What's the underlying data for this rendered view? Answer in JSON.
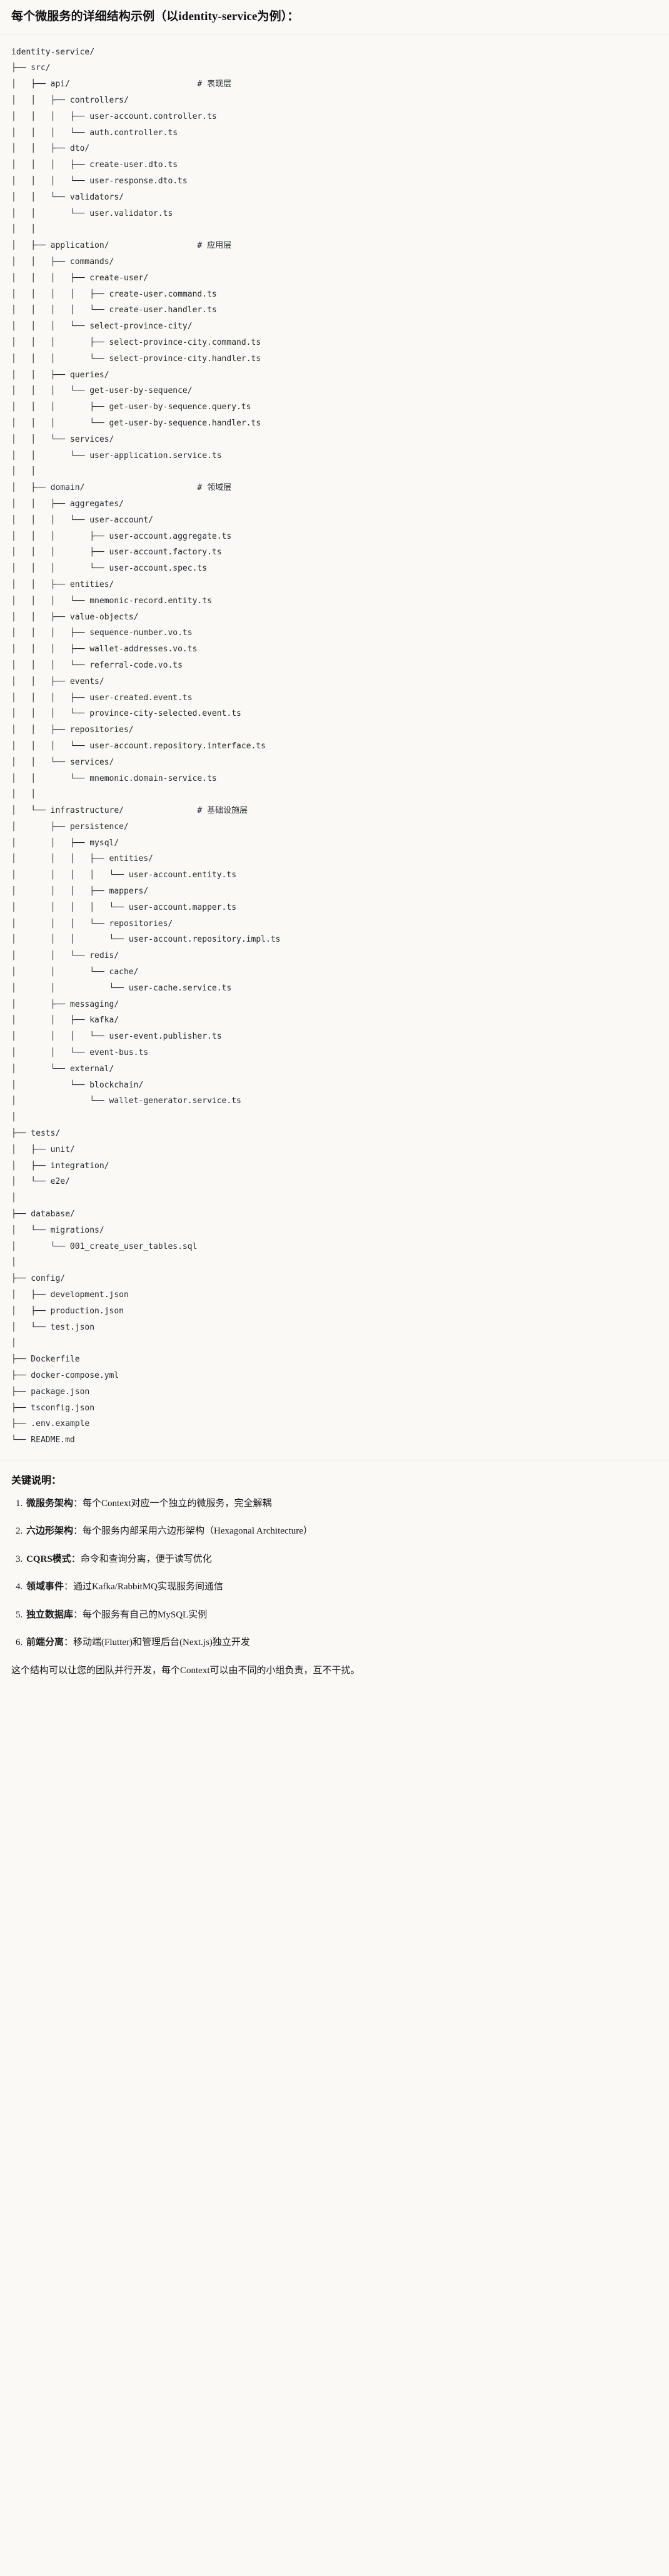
{
  "header": {
    "title": "每个微服务的详细结构示例（以identity-service为例）："
  },
  "tree": {
    "root": "identity-service/",
    "text": "identity-service/\n├── src/\n│   ├── api/                          # 表现层\n│   │   ├── controllers/\n│   │   │   ├── user-account.controller.ts\n│   │   │   └── auth.controller.ts\n│   │   ├── dto/\n│   │   │   ├── create-user.dto.ts\n│   │   │   └── user-response.dto.ts\n│   │   └── validators/\n│   │       └── user.validator.ts\n│   │\n│   ├── application/                  # 应用层\n│   │   ├── commands/\n│   │   │   ├── create-user/\n│   │   │   │   ├── create-user.command.ts\n│   │   │   │   └── create-user.handler.ts\n│   │   │   └── select-province-city/\n│   │   │       ├── select-province-city.command.ts\n│   │   │       └── select-province-city.handler.ts\n│   │   ├── queries/\n│   │   │   └── get-user-by-sequence/\n│   │   │       ├── get-user-by-sequence.query.ts\n│   │   │       └── get-user-by-sequence.handler.ts\n│   │   └── services/\n│   │       └── user-application.service.ts\n│   │\n│   ├── domain/                       # 领域层\n│   │   ├── aggregates/\n│   │   │   └── user-account/\n│   │   │       ├── user-account.aggregate.ts\n│   │   │       ├── user-account.factory.ts\n│   │   │       └── user-account.spec.ts\n│   │   ├── entities/\n│   │   │   └── mnemonic-record.entity.ts\n│   │   ├── value-objects/\n│   │   │   ├── sequence-number.vo.ts\n│   │   │   ├── wallet-addresses.vo.ts\n│   │   │   └── referral-code.vo.ts\n│   │   ├── events/\n│   │   │   ├── user-created.event.ts\n│   │   │   └── province-city-selected.event.ts\n│   │   ├── repositories/\n│   │   │   └── user-account.repository.interface.ts\n│   │   └── services/\n│   │       └── mnemonic.domain-service.ts\n│   │\n│   └── infrastructure/               # 基础设施层\n│       ├── persistence/\n│       │   ├── mysql/\n│       │   │   ├── entities/\n│       │   │   │   └── user-account.entity.ts\n│       │   │   ├── mappers/\n│       │   │   │   └── user-account.mapper.ts\n│       │   │   └── repositories/\n│       │   │       └── user-account.repository.impl.ts\n│       │   └── redis/\n│       │       └── cache/\n│       │           └── user-cache.service.ts\n│       ├── messaging/\n│       │   ├── kafka/\n│       │   │   └── user-event.publisher.ts\n│       │   └── event-bus.ts\n│       └── external/\n│           └── blockchain/\n│               └── wallet-generator.service.ts\n│\n├── tests/\n│   ├── unit/\n│   ├── integration/\n│   └── e2e/\n│\n├── database/\n│   └── migrations/\n│       └── 001_create_user_tables.sql\n│\n├── config/\n│   ├── development.json\n│   ├── production.json\n│   └── test.json\n│\n├── Dockerfile\n├── docker-compose.yml\n├── package.json\n├── tsconfig.json\n├── .env.example\n└── README.md",
    "comments": [
      "# 表现层",
      "# 应用层",
      "# 领域层",
      "# 基础设施层"
    ]
  },
  "notes": {
    "title": "关键说明：",
    "items": [
      {
        "term": "微服务架构",
        "separator": "：",
        "desc": "每个Context对应一个独立的微服务，完全解耦"
      },
      {
        "term": "六边形架构",
        "separator": "：",
        "desc": "每个服务内部采用六边形架构（Hexagonal Architecture）"
      },
      {
        "term": "CQRS模式",
        "separator": "：",
        "desc": "命令和查询分离，便于读写优化"
      },
      {
        "term": "领域事件",
        "separator": "：",
        "desc": "通过Kafka/RabbitMQ实现服务间通信"
      },
      {
        "term": "独立数据库",
        "separator": "：",
        "desc": "每个服务有自己的MySQL实例"
      },
      {
        "term": "前端分离",
        "separator": "：",
        "desc": "移动端(Flutter)和管理后台(Next.js)独立开发"
      }
    ],
    "closing": "这个结构可以让您的团队并行开发，每个Context可以由不同的小组负责，互不干扰。"
  }
}
